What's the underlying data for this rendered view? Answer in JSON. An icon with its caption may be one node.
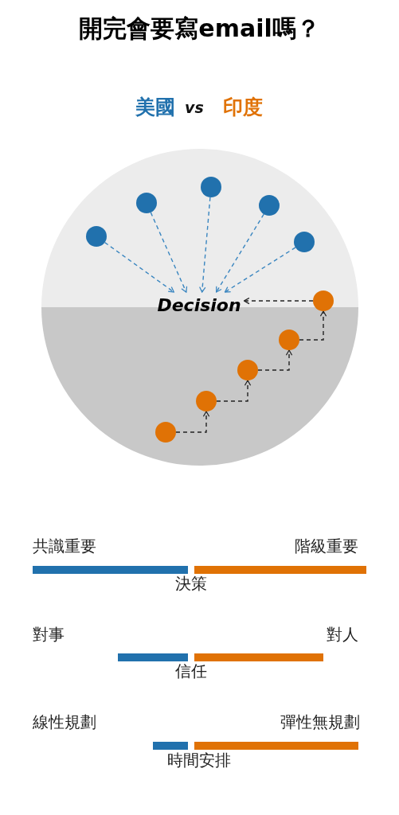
{
  "diagram": {
    "title": "開完會要寫email嗎？",
    "nodes": [
      {
        "text": [
          "Decision"
        ]
      },
      {
        "text": [],
        "shape": "circle"
      },
      {
        "text": [],
        "shape": "circle"
      },
      {
        "text": [],
        "shape": "circle"
      },
      {
        "text": [],
        "shape": "circle"
      },
      {
        "text": [],
        "shape": "circle"
      },
      {
        "text": [],
        "shape": "circle"
      },
      {
        "text": [],
        "shape": "circle"
      },
      {
        "text": [],
        "shape": "circle"
      },
      {
        "text": [],
        "shape": "circle"
      },
      {
        "text": [],
        "shape": "circle"
      }
    ],
    "edges": [
      {
        "from": 1,
        "to": 0,
        "arrow": "to",
        "style": "dashed",
        "color": "#3a86c0"
      },
      {
        "from": 2,
        "to": 0,
        "arrow": "to",
        "style": "dashed",
        "color": "#3a86c0"
      },
      {
        "from": 3,
        "to": 0,
        "arrow": "to",
        "style": "dashed",
        "color": "#3a86c0"
      },
      {
        "from": 4,
        "to": 0,
        "arrow": "to",
        "style": "dashed",
        "color": "#3a86c0"
      },
      {
        "from": 5,
        "to": 0,
        "arrow": "to",
        "style": "dashed",
        "color": "#3a86c0"
      },
      {
        "from": 6,
        "to": 7,
        "arrow": "to",
        "style": "dashed",
        "color": "#222222"
      },
      {
        "from": 7,
        "to": 8,
        "arrow": "to",
        "style": "dashed",
        "color": "#222222"
      },
      {
        "from": 8,
        "to": 9,
        "arrow": "to",
        "style": "dashed",
        "color": "#222222"
      },
      {
        "from": 9,
        "to": 10,
        "arrow": "to",
        "style": "dashed",
        "color": "#222222"
      },
      {
        "from": 10,
        "to": 0,
        "arrow": "to",
        "style": "dashed",
        "color": "#222222"
      }
    ],
    "labels": [
      "美國",
      "vs",
      "印度",
      "共識重要",
      "階級重要",
      "決策",
      "對事",
      "對人",
      "信任",
      "線性規劃",
      "彈性無規劃",
      "時間安排"
    ]
  }
}
